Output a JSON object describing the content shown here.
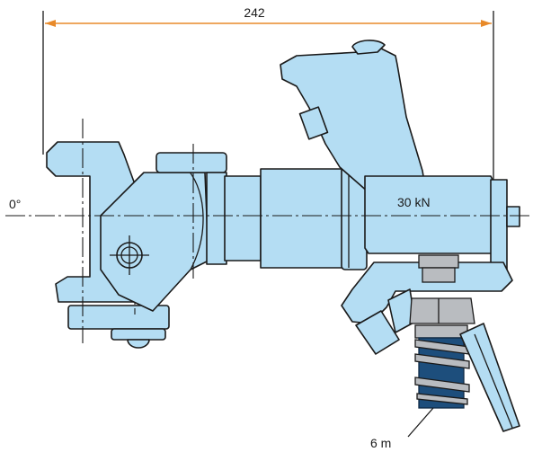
{
  "labels": {
    "length": "242",
    "angle": "0°",
    "force": "30 kN",
    "cable": "6 m"
  },
  "colors": {
    "part_fill": "#b4ddf3",
    "dimension_line": "#e88a2a",
    "cable": "#1d4e7c",
    "steel": "#b9bcc0"
  }
}
